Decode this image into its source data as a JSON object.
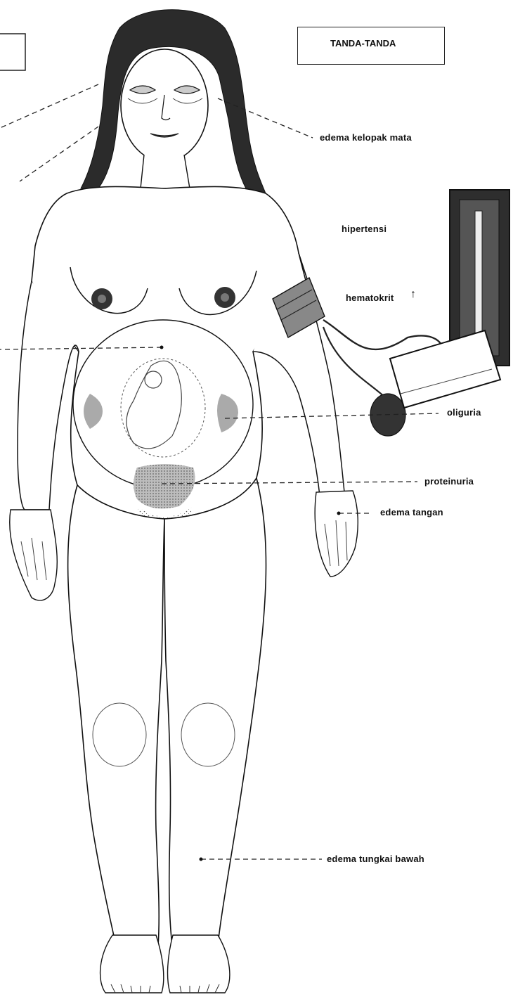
{
  "header_box": {
    "title": "TANDA-TANDA"
  },
  "labels": {
    "edema_eyelid": "edema kelopak mata",
    "hypertension": "hipertensi",
    "hematocrit": "hematokrit",
    "hematocrit_arrow": "↑",
    "oliguria": "oliguria",
    "proteinuria": "proteinuria",
    "edema_hand": "edema tangan",
    "edema_leg": "edema tungkai bawah"
  },
  "colors": {
    "ink": "#111111",
    "shade": "#9a9a9a",
    "paper": "#ffffff"
  }
}
